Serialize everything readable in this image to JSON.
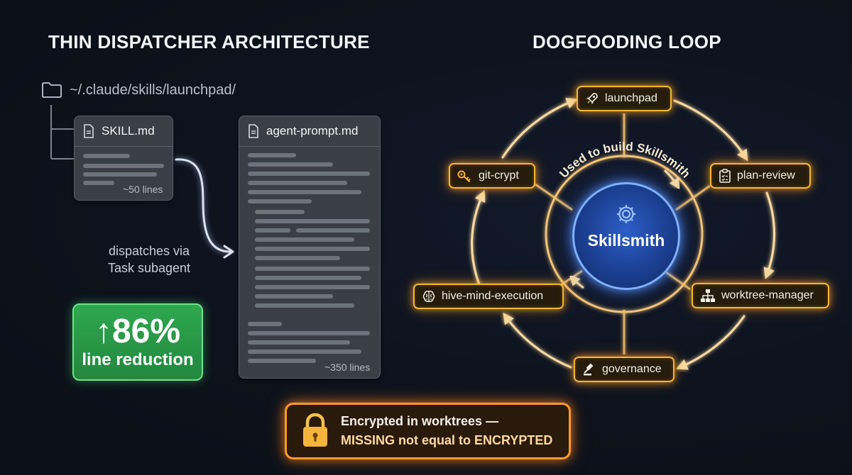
{
  "left": {
    "title": "THIN DISPATCHER ARCHITECTURE",
    "folder_path": "~/.claude/skills/launchpad/",
    "skill_file": {
      "name": "SKILL.md",
      "line_count": "~50 lines"
    },
    "agent_file": {
      "name": "agent-prompt.md",
      "line_count": "~350 lines"
    },
    "dispatch_label_1": "dispatches via",
    "dispatch_label_2": "Task subagent",
    "stat": {
      "value": "86%",
      "arrow": "↑",
      "label": "line reduction"
    }
  },
  "right": {
    "title": "DOGFOODING LOOP",
    "hub_label": "Skillsmith",
    "arc_caption": "Used to build Skillsmith",
    "nodes": [
      {
        "label": "launchpad",
        "icon": "rocket-icon"
      },
      {
        "label": "plan-review",
        "icon": "clipboard-icon"
      },
      {
        "label": "worktree-manager",
        "icon": "hierarchy-icon"
      },
      {
        "label": "governance",
        "icon": "gavel-icon"
      },
      {
        "label": "hive-mind-execution",
        "icon": "brain-icon"
      },
      {
        "label": "git-crypt",
        "icon": "key-icon"
      }
    ]
  },
  "warning": {
    "line1": "Encrypted in worktrees —",
    "line2": "MISSING not equal to ENCRYPTED",
    "icon": "lock-icon"
  },
  "colors": {
    "accent_orange": "#f5b53a",
    "hub_blue": "#2d5fc8",
    "stat_green": "#2ea84f",
    "warning_orange": "#ff9a2e"
  }
}
